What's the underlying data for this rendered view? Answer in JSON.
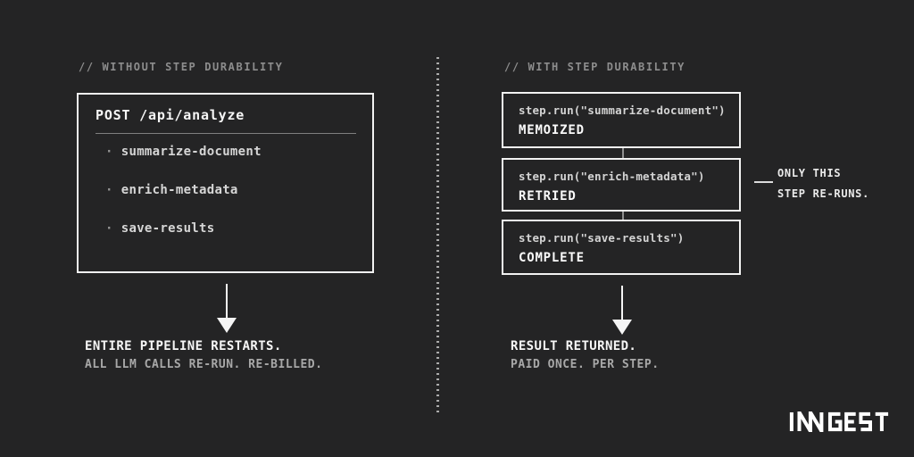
{
  "canvas": {
    "background": "#242425",
    "box_border_color": "#f2f2f2",
    "comment_color": "#8d8d8d",
    "divider_dot_color": "#ababab",
    "white_text_color": "#f6f6f6",
    "muted_text_color": "#a8a8a8"
  },
  "left_panel": {
    "comment": "// WITHOUT STEP DURABILITY",
    "box": {
      "title": "POST /api/analyze",
      "items": [
        {
          "bullet": "·",
          "label": "summarize-document"
        },
        {
          "bullet": "·",
          "label": "enrich-metadata"
        },
        {
          "bullet": "·",
          "label": "save-results"
        }
      ]
    },
    "result": {
      "title": "ENTIRE PIPELINE RESTARTS.",
      "subtitle": "ALL LLM CALLS RE-RUN. RE-BILLED."
    }
  },
  "right_panel": {
    "comment": "// WITH STEP DURABILITY",
    "steps": [
      {
        "code": "step.run(\"summarize-document\")",
        "status": "MEMOIZED"
      },
      {
        "code": "step.run(\"enrich-metadata\")",
        "status": "RETRIED"
      },
      {
        "code": "step.run(\"save-results\")",
        "status": "COMPLETE"
      }
    ],
    "annotation": {
      "line1": "ONLY THIS",
      "line2": "STEP RE-RUNS."
    },
    "result": {
      "title": "RESULT RETURNED.",
      "subtitle": "PAID ONCE. PER STEP."
    }
  },
  "footer": {
    "logo_text": "INNGEST"
  }
}
